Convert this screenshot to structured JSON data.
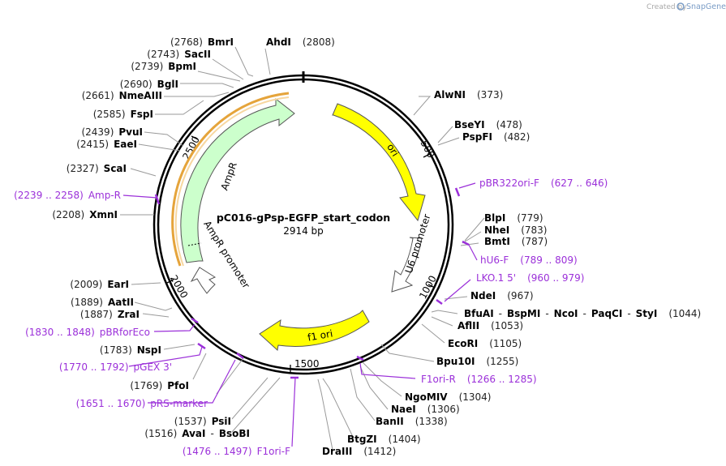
{
  "plasmid": {
    "name": "pC016-gPsp-EGFP_start_codon",
    "length_label": "2914 bp"
  },
  "branding": {
    "created_by": "Created by",
    "app": "SnapGene"
  },
  "ticks": [
    "500",
    "1000",
    "1500",
    "2000",
    "2500"
  ],
  "features": {
    "ori": "ori",
    "u6": "U6 promoter",
    "f1ori": "f1 ori",
    "ampr": "AmpR",
    "ampr_promoter": "AmpR promoter"
  },
  "labels": [
    {
      "name": "BmrI",
      "pos": "(2768)"
    },
    {
      "name": "AhdI",
      "pos": "(2808)"
    },
    {
      "name": "SacII",
      "pos": "(2743)"
    },
    {
      "name": "BpmI",
      "pos": "(2739)"
    },
    {
      "name": "BglI",
      "pos": "(2690)"
    },
    {
      "name": "NmeAIII",
      "pos": "(2661)"
    },
    {
      "name": "FspI",
      "pos": "(2585)"
    },
    {
      "name": "PvuI",
      "pos": "(2439)"
    },
    {
      "name": "EaeI",
      "pos": "(2415)"
    },
    {
      "name": "ScaI",
      "pos": "(2327)"
    },
    {
      "name": "Amp-R",
      "pos": "(2239 .. 2258)"
    },
    {
      "name": "XmnI",
      "pos": "(2208)"
    },
    {
      "name": "EarI",
      "pos": "(2009)"
    },
    {
      "name": "AatII",
      "pos": "(1889)"
    },
    {
      "name": "ZraI",
      "pos": "(1887)"
    },
    {
      "name": "pBRforEco",
      "pos": "(1830 .. 1848)"
    },
    {
      "name": "NspI",
      "pos": "(1783)"
    },
    {
      "name": "pGEX 3'",
      "pos": "(1770 .. 1792)"
    },
    {
      "name": "PfoI",
      "pos": "(1769)"
    },
    {
      "name": "pRS-marker",
      "pos": "(1651 .. 1670)"
    },
    {
      "name": "PsiI",
      "pos": "(1537)"
    },
    {
      "name": "AvaI",
      "pos": "(1516)"
    },
    {
      "name": "BsoBI",
      "pos": ""
    },
    {
      "name": "F1ori-F",
      "pos": "(1476 .. 1497)"
    },
    {
      "name": "AlwNI",
      "pos": "(373)"
    },
    {
      "name": "BseYI",
      "pos": "(478)"
    },
    {
      "name": "PspFI",
      "pos": "(482)"
    },
    {
      "name": "pBR322ori-F",
      "pos": "(627 .. 646)"
    },
    {
      "name": "BlpI",
      "pos": "(779)"
    },
    {
      "name": "NheI",
      "pos": "(783)"
    },
    {
      "name": "BmtI",
      "pos": "(787)"
    },
    {
      "name": "hU6-F",
      "pos": "(789 .. 809)"
    },
    {
      "name": "LKO.1 5'",
      "pos": "(960 .. 979)"
    },
    {
      "name": "NdeI",
      "pos": "(967)"
    },
    {
      "name": "BfuAI",
      "pos": ""
    },
    {
      "name": "BspMI",
      "pos": ""
    },
    {
      "name": "NcoI",
      "pos": ""
    },
    {
      "name": "PaqCI",
      "pos": ""
    },
    {
      "name": "StyI",
      "pos": "(1044)"
    },
    {
      "name": "AflII",
      "pos": "(1053)"
    },
    {
      "name": "EcoRI",
      "pos": "(1105)"
    },
    {
      "name": "Bpu10I",
      "pos": "(1255)"
    },
    {
      "name": "F1ori-R",
      "pos": "(1266 .. 1285)"
    },
    {
      "name": "NgoMIV",
      "pos": "(1304)"
    },
    {
      "name": "NaeI",
      "pos": "(1306)"
    },
    {
      "name": "BanII",
      "pos": "(1338)"
    },
    {
      "name": "BtgZI",
      "pos": "(1404)"
    },
    {
      "name": "DraIII",
      "pos": "(1412)"
    }
  ],
  "separator": "-"
}
